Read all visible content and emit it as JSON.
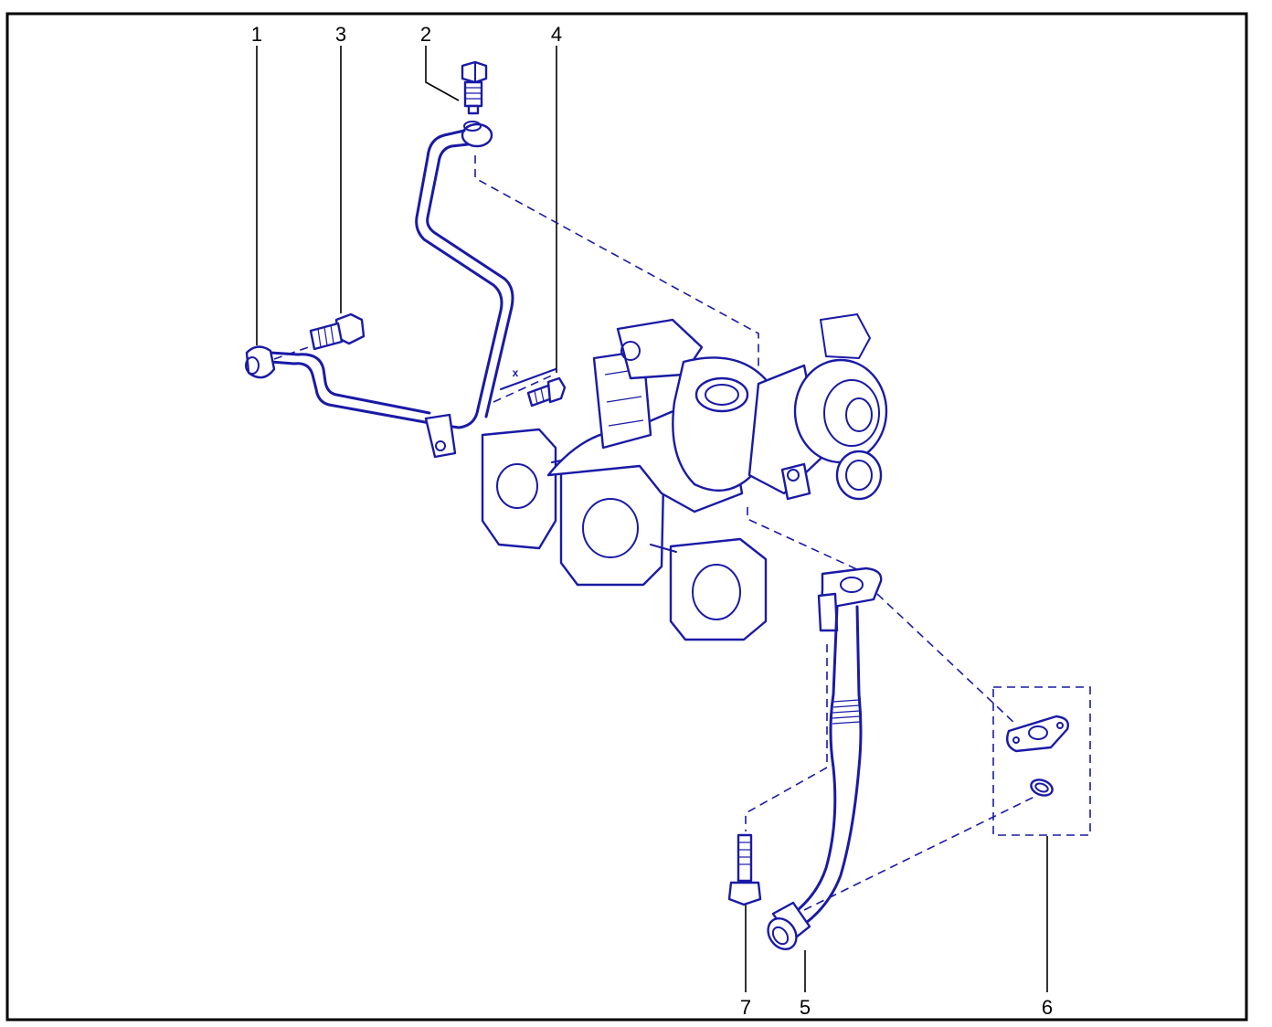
{
  "callouts": [
    {
      "id": "1",
      "text": "1"
    },
    {
      "id": "2",
      "text": "2"
    },
    {
      "id": "3",
      "text": "3"
    },
    {
      "id": "4",
      "text": "4"
    },
    {
      "id": "5",
      "text": "5"
    },
    {
      "id": "6",
      "text": "6"
    },
    {
      "id": "7",
      "text": "7"
    }
  ],
  "marks": {
    "x": "x"
  },
  "colors": {
    "line": "#1a1aa6",
    "frame": "#000000",
    "background": "#ffffff"
  }
}
